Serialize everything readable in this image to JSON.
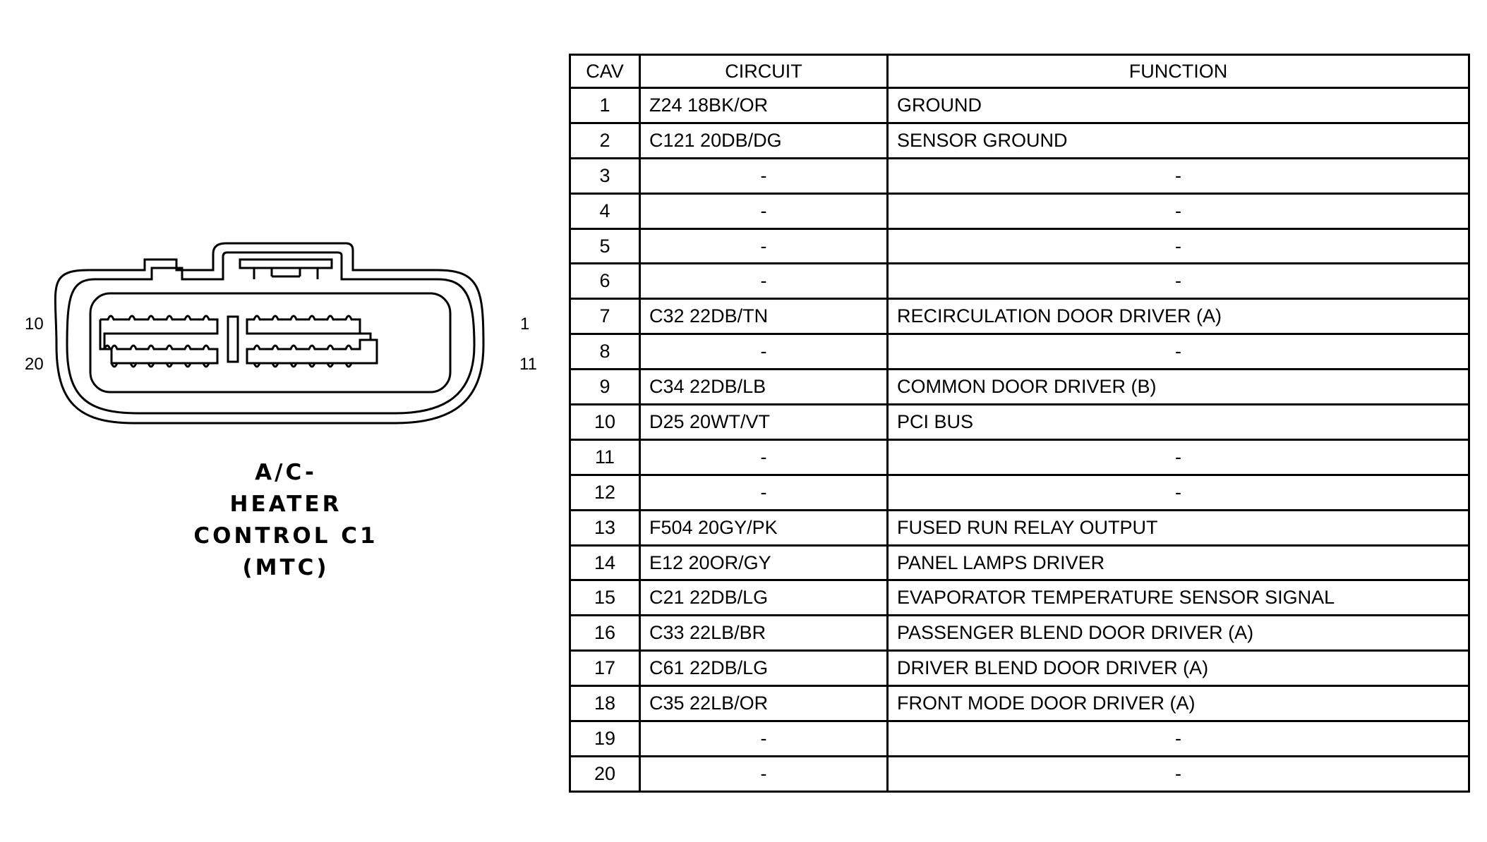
{
  "connector": {
    "title_lines": [
      "A/C-",
      "HEATER",
      "CONTROL C1",
      "(MTC)"
    ],
    "pin_labels": {
      "top_left": "10",
      "bottom_left": "20",
      "top_right": "1",
      "bottom_right": "11"
    }
  },
  "table": {
    "headers": [
      "CAV",
      "CIRCUIT",
      "FUNCTION"
    ],
    "rows": [
      {
        "cav": "1",
        "circuit": "Z24 18BK/OR",
        "function": "GROUND"
      },
      {
        "cav": "2",
        "circuit": "C121 20DB/DG",
        "function": "SENSOR GROUND"
      },
      {
        "cav": "3",
        "circuit": "-",
        "function": "-"
      },
      {
        "cav": "4",
        "circuit": "-",
        "function": "-"
      },
      {
        "cav": "5",
        "circuit": "-",
        "function": "-"
      },
      {
        "cav": "6",
        "circuit": "-",
        "function": "-"
      },
      {
        "cav": "7",
        "circuit": "C32 22DB/TN",
        "function": "RECIRCULATION DOOR DRIVER (A)"
      },
      {
        "cav": "8",
        "circuit": "-",
        "function": "-"
      },
      {
        "cav": "9",
        "circuit": "C34 22DB/LB",
        "function": "COMMON DOOR DRIVER (B)"
      },
      {
        "cav": "10",
        "circuit": "D25 20WT/VT",
        "function": "PCI BUS"
      },
      {
        "cav": "11",
        "circuit": "-",
        "function": "-"
      },
      {
        "cav": "12",
        "circuit": "-",
        "function": "-"
      },
      {
        "cav": "13",
        "circuit": "F504 20GY/PK",
        "function": "FUSED RUN RELAY OUTPUT"
      },
      {
        "cav": "14",
        "circuit": "E12 20OR/GY",
        "function": "PANEL LAMPS DRIVER"
      },
      {
        "cav": "15",
        "circuit": "C21 22DB/LG",
        "function": "EVAPORATOR TEMPERATURE SENSOR SIGNAL"
      },
      {
        "cav": "16",
        "circuit": "C33 22LB/BR",
        "function": "PASSENGER BLEND DOOR DRIVER (A)"
      },
      {
        "cav": "17",
        "circuit": "C61 22DB/LG",
        "function": "DRIVER BLEND DOOR DRIVER (A)"
      },
      {
        "cav": "18",
        "circuit": "C35 22LB/OR",
        "function": "FRONT MODE DOOR DRIVER (A)"
      },
      {
        "cav": "19",
        "circuit": "-",
        "function": "-"
      },
      {
        "cav": "20",
        "circuit": "-",
        "function": "-"
      }
    ]
  }
}
